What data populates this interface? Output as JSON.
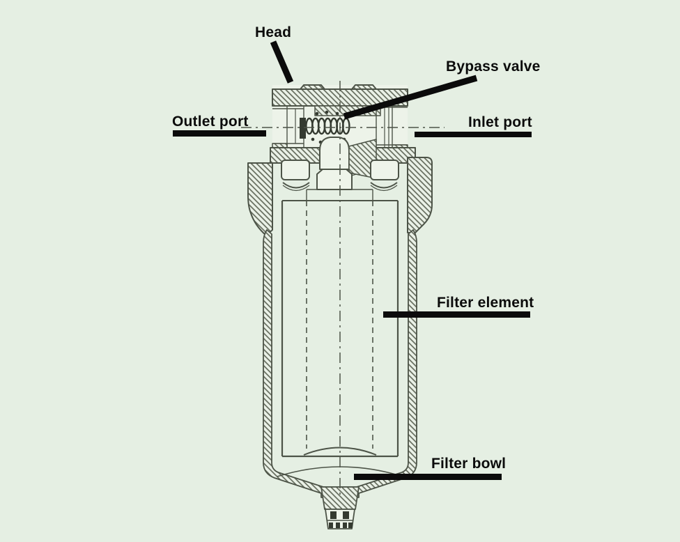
{
  "diagram": {
    "labels": {
      "head": "Head",
      "bypass_valve": "Bypass valve",
      "outlet_port": "Outlet port",
      "inlet_port": "Inlet port",
      "filter_element": "Filter element",
      "filter_bowl": "Filter bowl"
    },
    "colors": {
      "background": "#e5efe3",
      "drawing_ink": "#4c5347",
      "annotation_ink": "#0b0b0b"
    }
  }
}
